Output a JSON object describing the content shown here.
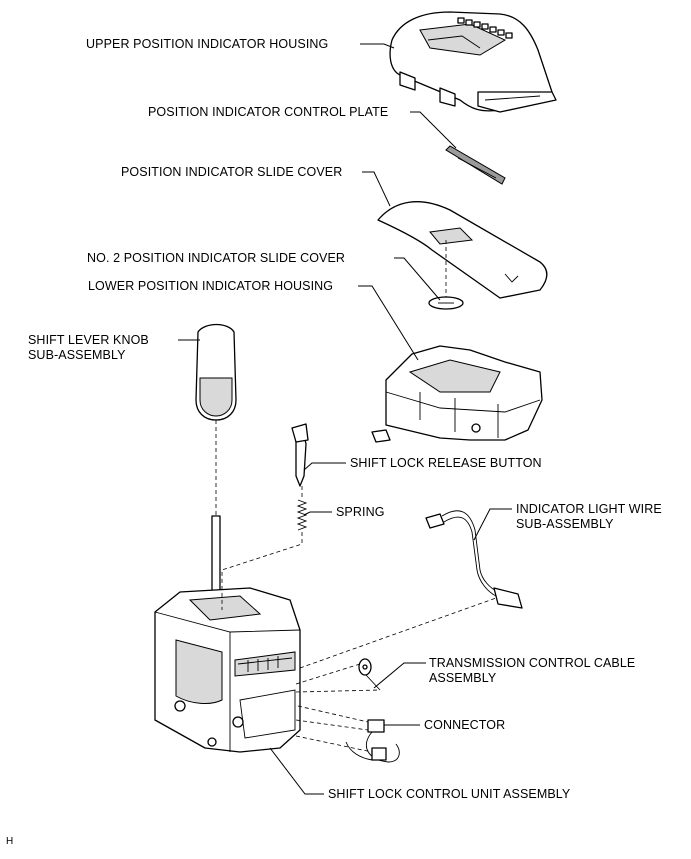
{
  "labels": {
    "upper_housing": "UPPER POSITION INDICATOR HOUSING",
    "control_plate": "POSITION INDICATOR CONTROL PLATE",
    "slide_cover": "POSITION INDICATOR SLIDE COVER",
    "no2_slide_cover": "NO. 2 POSITION INDICATOR SLIDE COVER",
    "lower_housing": "LOWER POSITION INDICATOR HOUSING",
    "knob_line1": "SHIFT LEVER KNOB",
    "knob_line2": "SUB-ASSEMBLY",
    "release_button": "SHIFT LOCK RELEASE BUTTON",
    "spring": "SPRING",
    "wire_line1": "INDICATOR LIGHT WIRE",
    "wire_line2": "SUB-ASSEMBLY",
    "cable_line1": "TRANSMISSION CONTROL CABLE",
    "cable_line2": "ASSEMBLY",
    "connector": "CONNECTOR",
    "control_unit": "SHIFT LOCK CONTROL UNIT ASSEMBLY"
  },
  "corner_mark": "H"
}
